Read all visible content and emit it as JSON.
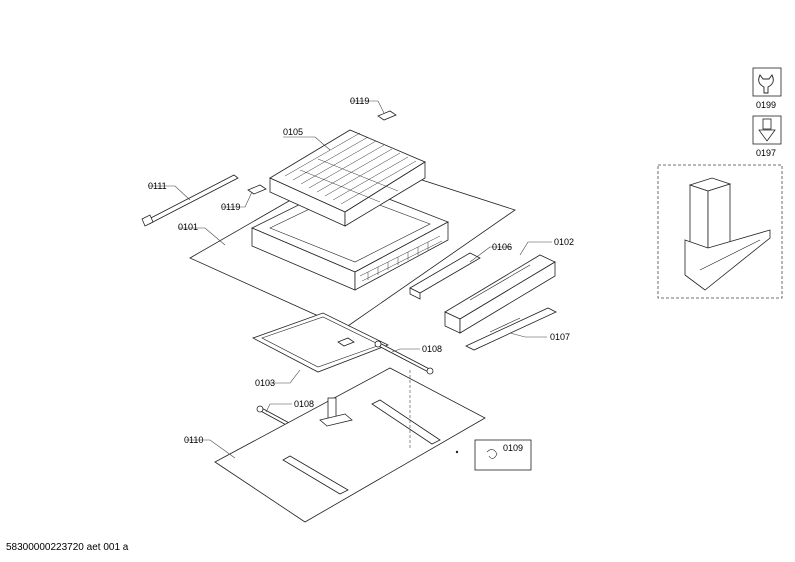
{
  "labels": {
    "l0119a": "0119",
    "l0105": "0105",
    "l0111": "0111",
    "l0119b": "0119",
    "l0101": "0101",
    "l0106": "0106",
    "l0102": "0102",
    "l0107": "0107",
    "l0103": "0103",
    "l0108a": "0108",
    "l0108b": "0108",
    "l0110": "0110",
    "l0109": "0109",
    "l0199": "0199",
    "l0197": "0197"
  },
  "footer": "58300000223720 aet 001 a",
  "icons": {
    "tool": "wrench-icon",
    "grease": "grease-gun-icon"
  }
}
